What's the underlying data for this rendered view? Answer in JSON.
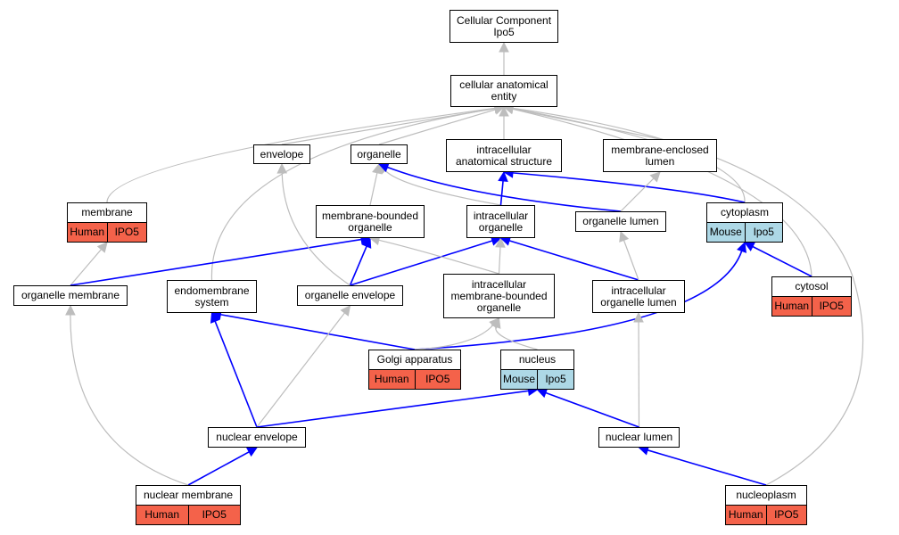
{
  "colors": {
    "human": "#f4624a",
    "mouse": "#add8e6",
    "edge_is_a": "#bdbdbd",
    "edge_part_of": "#0000ff"
  },
  "nodes": {
    "root": {
      "label": "Cellular Component\nIpo5"
    },
    "cae": {
      "label": "cellular anatomical\nentity"
    },
    "envelope": {
      "label": "envelope"
    },
    "organelle": {
      "label": "organelle"
    },
    "ias": {
      "label": "intracellular\nanatomical structure"
    },
    "mel": {
      "label": "membrane-enclosed\nlumen"
    },
    "membrane": {
      "label": "membrane",
      "annot": [
        "Human",
        "IPO5"
      ],
      "species": "human"
    },
    "mbo": {
      "label": "membrane-bounded\norganelle"
    },
    "io": {
      "label": "intracellular\norganelle"
    },
    "ol": {
      "label": "organelle lumen"
    },
    "cytoplasm": {
      "label": "cytoplasm",
      "annot": [
        "Mouse",
        "Ipo5"
      ],
      "species": "mouse"
    },
    "om": {
      "label": "organelle membrane"
    },
    "es": {
      "label": "endomembrane\nsystem"
    },
    "oe": {
      "label": "organelle envelope"
    },
    "imbo": {
      "label": "intracellular\nmembrane-bounded\norganelle"
    },
    "iol": {
      "label": "intracellular\norganelle lumen"
    },
    "cytosol": {
      "label": "cytosol",
      "annot": [
        "Human",
        "IPO5"
      ],
      "species": "human"
    },
    "golgi": {
      "label": "Golgi apparatus",
      "annot": [
        "Human",
        "IPO5"
      ],
      "species": "human"
    },
    "nucleus": {
      "label": "nucleus",
      "annot": [
        "Mouse",
        "Ipo5"
      ],
      "species": "mouse"
    },
    "ne": {
      "label": "nuclear envelope"
    },
    "nl": {
      "label": "nuclear lumen"
    },
    "nm": {
      "label": "nuclear membrane",
      "annot": [
        "Human",
        "IPO5"
      ],
      "species": "human"
    },
    "np": {
      "label": "nucleoplasm",
      "annot": [
        "Human",
        "IPO5"
      ],
      "species": "human"
    }
  },
  "edges": [
    {
      "from": "cae",
      "to": "root",
      "kind": "is_a"
    },
    {
      "from": "envelope",
      "to": "cae",
      "kind": "is_a"
    },
    {
      "from": "organelle",
      "to": "cae",
      "kind": "is_a"
    },
    {
      "from": "ias",
      "to": "cae",
      "kind": "is_a"
    },
    {
      "from": "mel",
      "to": "cae",
      "kind": "is_a"
    },
    {
      "from": "membrane",
      "to": "cae",
      "kind": "is_a"
    },
    {
      "from": "es",
      "to": "cae",
      "kind": "is_a"
    },
    {
      "from": "cytoplasm",
      "to": "cae",
      "kind": "is_a"
    },
    {
      "from": "cytosol",
      "to": "cae",
      "kind": "is_a"
    },
    {
      "from": "np",
      "to": "cae",
      "kind": "is_a"
    },
    {
      "from": "mbo",
      "to": "organelle",
      "kind": "is_a"
    },
    {
      "from": "io",
      "to": "organelle",
      "kind": "is_a"
    },
    {
      "from": "ol",
      "to": "organelle",
      "kind": "part_of"
    },
    {
      "from": "io",
      "to": "ias",
      "kind": "part_of"
    },
    {
      "from": "cytoplasm",
      "to": "ias",
      "kind": "part_of"
    },
    {
      "from": "ol",
      "to": "mel",
      "kind": "is_a"
    },
    {
      "from": "om",
      "to": "membrane",
      "kind": "is_a"
    },
    {
      "from": "om",
      "to": "mbo",
      "kind": "part_of"
    },
    {
      "from": "oe",
      "to": "mbo",
      "kind": "part_of"
    },
    {
      "from": "oe",
      "to": "io",
      "kind": "part_of"
    },
    {
      "from": "oe",
      "to": "envelope",
      "kind": "is_a"
    },
    {
      "from": "imbo",
      "to": "mbo",
      "kind": "is_a"
    },
    {
      "from": "imbo",
      "to": "io",
      "kind": "is_a"
    },
    {
      "from": "iol",
      "to": "io",
      "kind": "part_of"
    },
    {
      "from": "iol",
      "to": "ol",
      "kind": "is_a"
    },
    {
      "from": "cytosol",
      "to": "cytoplasm",
      "kind": "part_of"
    },
    {
      "from": "golgi",
      "to": "es",
      "kind": "part_of"
    },
    {
      "from": "golgi",
      "to": "cytoplasm",
      "kind": "part_of"
    },
    {
      "from": "golgi",
      "to": "imbo",
      "kind": "is_a"
    },
    {
      "from": "nucleus",
      "to": "imbo",
      "kind": "is_a"
    },
    {
      "from": "ne",
      "to": "es",
      "kind": "part_of"
    },
    {
      "from": "ne",
      "to": "oe",
      "kind": "is_a"
    },
    {
      "from": "ne",
      "to": "nucleus",
      "kind": "part_of"
    },
    {
      "from": "nl",
      "to": "iol",
      "kind": "is_a"
    },
    {
      "from": "nl",
      "to": "nucleus",
      "kind": "part_of"
    },
    {
      "from": "nm",
      "to": "ne",
      "kind": "part_of"
    },
    {
      "from": "nm",
      "to": "om",
      "kind": "is_a"
    },
    {
      "from": "np",
      "to": "nl",
      "kind": "part_of"
    }
  ]
}
